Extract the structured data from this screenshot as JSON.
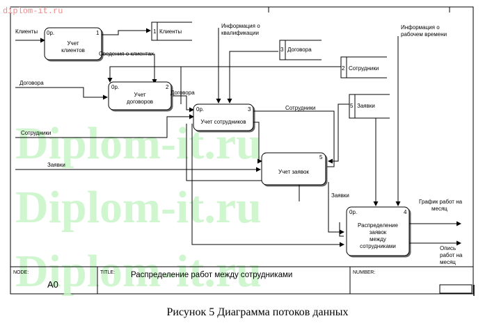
{
  "watermark": {
    "corner": "diplom-it.ru",
    "big": [
      "Diplom-it.ru",
      "Diplom-it.ru",
      "Diplom-it.ru"
    ],
    "big_color": "#c8f5c8",
    "corner_color": "#f08a8a"
  },
  "diagram": {
    "processes": [
      {
        "id": "p1",
        "prefix": "0р.",
        "num": "1",
        "label_lines": [
          "Учет",
          "клиентов"
        ]
      },
      {
        "id": "p2",
        "prefix": "0р.",
        "num": "2",
        "label_lines": [
          "Учет",
          "договоров"
        ]
      },
      {
        "id": "p3",
        "prefix": "0р.",
        "num": "3",
        "label_lines": [
          "Учет сотрудников"
        ]
      },
      {
        "id": "p5",
        "prefix": "",
        "num": "5",
        "label_lines": [
          "Учет заявок"
        ]
      },
      {
        "id": "p4",
        "prefix": "0р.",
        "num": "4",
        "label_lines": [
          "Распределение",
          "заявок",
          "между",
          "сотрудниками"
        ]
      }
    ],
    "stores": [
      {
        "id": "s1",
        "num": "1",
        "label": "Клиенты"
      },
      {
        "id": "s3",
        "num": "3",
        "label": "Договора"
      },
      {
        "id": "s2",
        "num": "2",
        "label": "Сотрудники"
      },
      {
        "id": "s5",
        "num": "5",
        "label": "Заявки"
      }
    ],
    "flow_labels": {
      "clients_in": "Клиенты",
      "contracts_in": "Договора",
      "employees_in": "Сотрудники",
      "requests_in": "Заявки",
      "client_info": "Сведения о клиентах",
      "contracts_out": "Договора",
      "employees_out": "Сотрудники",
      "requests_out": "Заявки",
      "qualif_info": [
        "Информация о",
        "квалификации"
      ],
      "worktime_info": [
        "Информация о",
        "рабочем времени"
      ],
      "schedule_out": [
        "График работ на",
        "месяц"
      ],
      "description_out": [
        "Опись",
        "работ на",
        "месяц"
      ]
    },
    "footer": {
      "node_label": "NODE:",
      "node_value": "A0",
      "title_label": "TITLE:",
      "title_value": "Распределение работ  между сотрудниками",
      "number_label": "NUMBER:"
    }
  },
  "caption": "Рисунок 5 Диаграмма потоков данных"
}
